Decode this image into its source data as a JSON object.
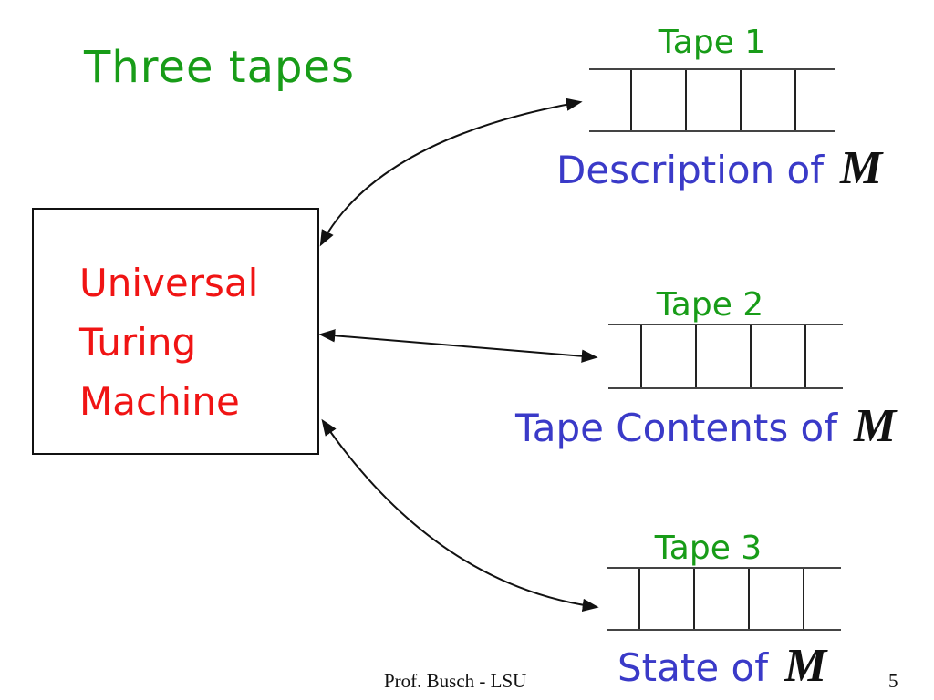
{
  "slide_title": "Three tapes",
  "machine_box": {
    "lines": [
      "Universal",
      "Turing",
      "Machine"
    ]
  },
  "tapes": [
    {
      "label": "Tape 1",
      "caption": "Description of",
      "machine_symbol": "M"
    },
    {
      "label": "Tape 2",
      "caption": "Tape Contents of",
      "machine_symbol": "M"
    },
    {
      "label": "Tape 3",
      "caption": "State of",
      "machine_symbol": "M"
    }
  ],
  "footer": {
    "credit": "Prof. Busch - LSU",
    "page_number": "5"
  },
  "colors": {
    "title_green": "#189C18",
    "machine_red": "#F01414",
    "caption_blue": "#3A3AC8",
    "arrow_black": "#111111",
    "tape_line": "#444444"
  }
}
